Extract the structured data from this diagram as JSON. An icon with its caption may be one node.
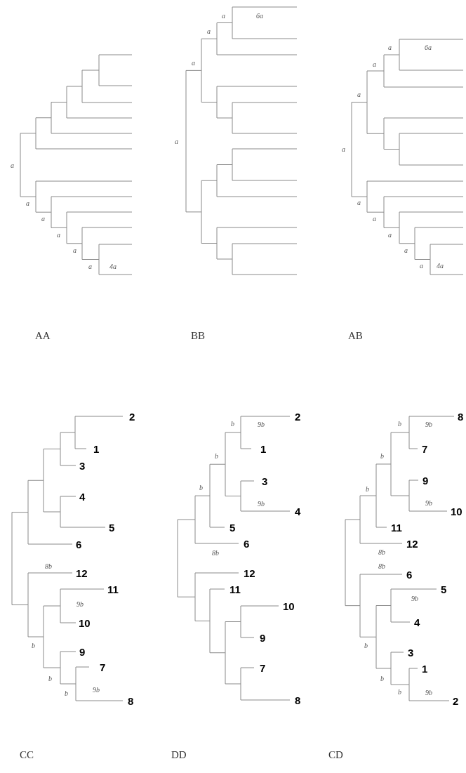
{
  "diagram": {
    "labels": [
      "a",
      "a",
      "a",
      "a",
      "a",
      "a",
      "4a",
      "AA",
      "a",
      "6a",
      "a",
      "a",
      "a",
      "BB",
      "a",
      "6a",
      "a",
      "a",
      "a",
      "a",
      "a",
      "a",
      "a",
      "a",
      "4a",
      "AB",
      "2",
      "1",
      "3",
      "4",
      "5",
      "6",
      "8b",
      "12",
      "11",
      "9b",
      "10",
      "b",
      "9",
      "7",
      "b",
      "9b",
      "b",
      "8",
      "CC",
      "2",
      "b",
      "9b",
      "1",
      "b",
      "3",
      "b",
      "9b",
      "4",
      "5",
      "6",
      "8b",
      "12",
      "11",
      "10",
      "9",
      "7",
      "8",
      "DD",
      "8",
      "b",
      "9b",
      "7",
      "b",
      "9",
      "b",
      "9b",
      "10",
      "11",
      "12",
      "8b",
      "8b",
      "6",
      "5",
      "9b",
      "4",
      "b",
      "3",
      "1",
      "b",
      "b",
      "9b",
      "2",
      "CD"
    ]
  }
}
